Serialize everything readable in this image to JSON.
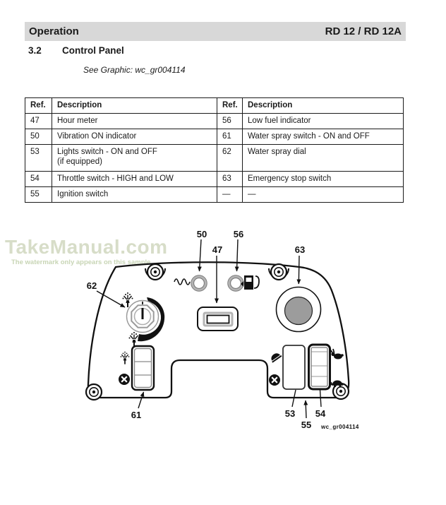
{
  "header": {
    "left": "Operation",
    "right": "RD 12 / RD 12A"
  },
  "section": {
    "number": "3.2",
    "title": "Control Panel"
  },
  "see_graphic_note": "See Graphic: wc_gr004114",
  "table": {
    "headers": [
      "Ref.",
      "Description",
      "Ref.",
      "Description"
    ],
    "rows": [
      {
        "ref1": "47",
        "desc1": "Hour meter",
        "ref2": "56",
        "desc2": "Low fuel indicator"
      },
      {
        "ref1": "50",
        "desc1": "Vibration ON indicator",
        "ref2": "61",
        "desc2": "Water spray switch - ON and OFF"
      },
      {
        "ref1": "53",
        "desc1": "Lights switch - ON and OFF",
        "desc1b": "(if equipped)",
        "ref2": "62",
        "desc2": "Water spray dial"
      },
      {
        "ref1": "54",
        "desc1": "Throttle switch - HIGH and LOW",
        "ref2": "63",
        "desc2": "Emergency stop switch"
      },
      {
        "ref1": "55",
        "desc1": "Ignition switch",
        "ref2": "—",
        "desc2": "—"
      }
    ]
  },
  "watermark": {
    "title": "TakeManual.com",
    "subtitle": "The watermark only appears on this sample"
  },
  "diagram": {
    "figure_label": "wc_gr004114",
    "callouts": [
      "50",
      "56",
      "47",
      "63",
      "62",
      "61",
      "53",
      "54",
      "55"
    ],
    "icons": [
      "vibration-wave-icon",
      "fuel-pump-icon",
      "water-spray-icon",
      "spray-off-icon",
      "headlight-icon",
      "rabbit-icon",
      "turtle-icon",
      "screw-icon"
    ],
    "colors": {
      "header_bar_bg": "#d8d8d8",
      "text": "#1a1a1a",
      "watermark_title": "#d7ddc8",
      "watermark_subtitle": "#c8d5b5",
      "estop_button_fill": "#9c9c9c",
      "indicator_ring": "#b3b3b3"
    }
  }
}
